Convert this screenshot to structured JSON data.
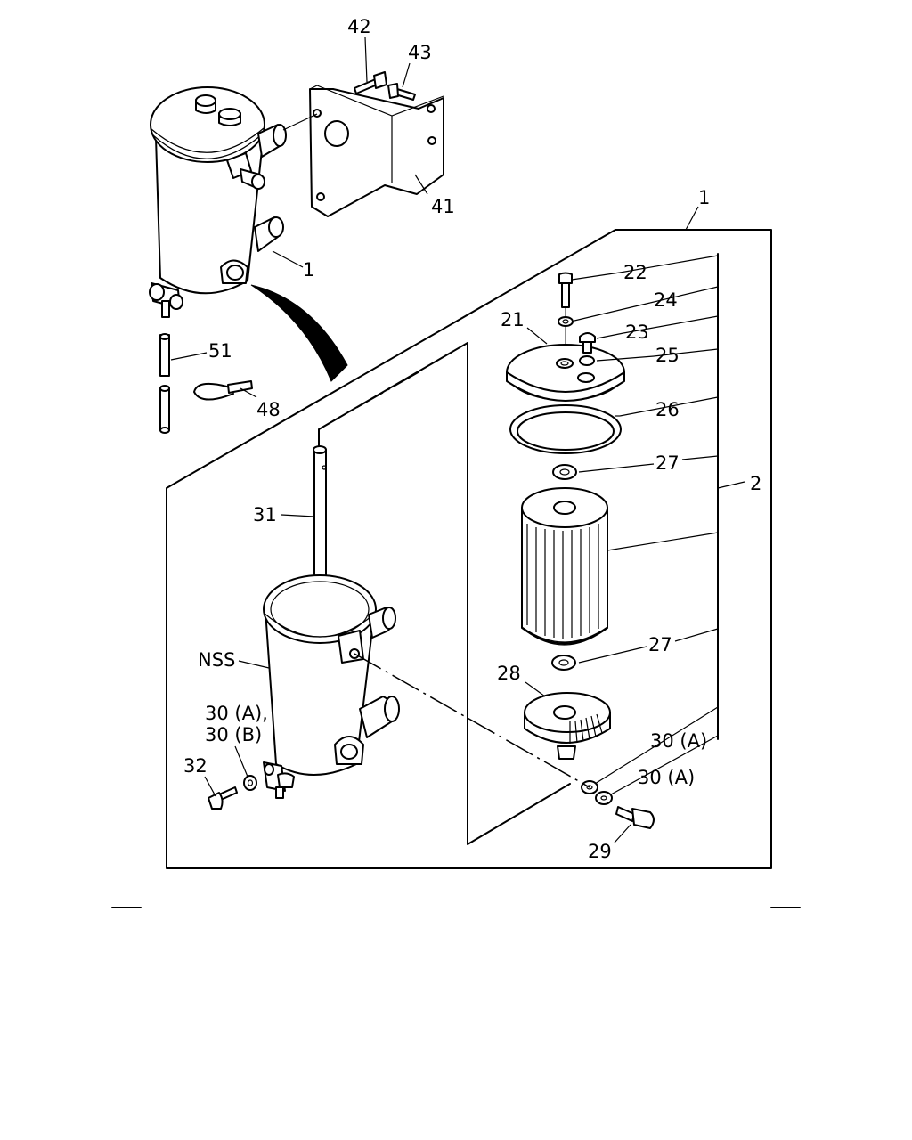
{
  "callouts": {
    "c42": "42",
    "c43": "43",
    "c41": "41",
    "c1_top": "1",
    "c1_box": "1",
    "c51": "51",
    "c48": "48",
    "c22": "22",
    "c24": "24",
    "c21": "21",
    "c23": "23",
    "c25": "25",
    "c26": "26",
    "c27_upper": "27",
    "c2": "2",
    "c31": "31",
    "c27_lower": "27",
    "cNSS": "NSS",
    "c28": "28",
    "c30ab_1": "30 (A),",
    "c30ab_2": "30 (B)",
    "c30a_1": "30 (A)",
    "c30a_2": "30 (A)",
    "c32": "32",
    "c29": "29"
  },
  "parts": {
    "mounting_bracket": "41",
    "bolt_42": "42",
    "bolt_43": "43",
    "filter_assembly": "1",
    "hose": "51",
    "clip": "48",
    "cover_bolt": "22",
    "washer_24": "24",
    "cover": "21",
    "air_vent_plug": "23",
    "washer_25": "25",
    "o_ring": "26",
    "gasket_27": "27",
    "element_kit": "2",
    "center_pipe": "31",
    "filter_case": "NSS",
    "bottom_plate": "28",
    "washer_30": "30",
    "bolt_32": "32",
    "bolt_29": "29"
  }
}
